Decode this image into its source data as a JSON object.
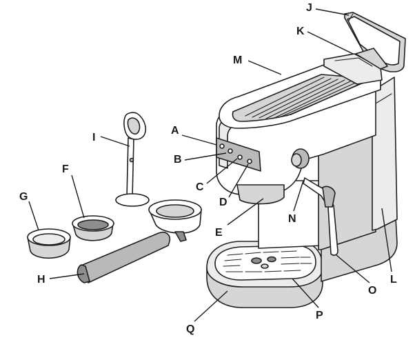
{
  "callouts": [
    {
      "id": "A",
      "label": "A"
    },
    {
      "id": "B",
      "label": "B"
    },
    {
      "id": "C",
      "label": "C"
    },
    {
      "id": "D",
      "label": "D"
    },
    {
      "id": "E",
      "label": "E"
    },
    {
      "id": "F",
      "label": "F"
    },
    {
      "id": "G",
      "label": "G"
    },
    {
      "id": "H",
      "label": "H"
    },
    {
      "id": "I",
      "label": "I"
    },
    {
      "id": "J",
      "label": "J"
    },
    {
      "id": "K",
      "label": "K"
    },
    {
      "id": "L",
      "label": "L"
    },
    {
      "id": "M",
      "label": "M"
    },
    {
      "id": "N",
      "label": "N"
    },
    {
      "id": "O",
      "label": "O"
    },
    {
      "id": "P",
      "label": "P"
    },
    {
      "id": "Q",
      "label": "Q"
    }
  ]
}
